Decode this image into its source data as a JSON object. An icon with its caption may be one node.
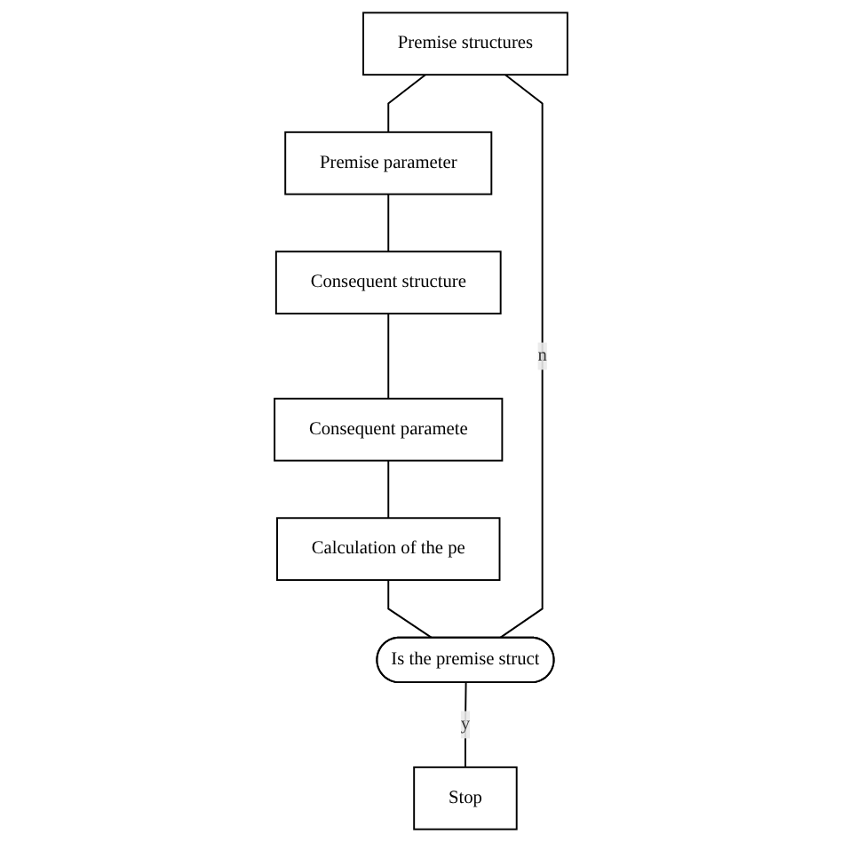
{
  "diagram": {
    "nodes": [
      {
        "text": [
          "Premise structures"
        ]
      },
      {
        "text": [
          "Premise parameter"
        ]
      },
      {
        "text": [
          "Consequent structure"
        ]
      },
      {
        "text": [
          "Consequent paramete"
        ]
      },
      {
        "text": [
          "Calculation of the pe"
        ]
      },
      {
        "text": [
          "Is the premise struct"
        ]
      },
      {
        "text": [
          "Stop"
        ]
      }
    ],
    "edges": [
      {
        "from": 0,
        "to": 1,
        "arrow": "none"
      },
      {
        "from": 1,
        "to": 2,
        "arrow": "none"
      },
      {
        "from": 2,
        "to": 3,
        "arrow": "none"
      },
      {
        "from": 3,
        "to": 4,
        "arrow": "none"
      },
      {
        "from": 4,
        "to": 5,
        "arrow": "none"
      },
      {
        "from": 5,
        "to": 6,
        "label": "y",
        "arrow": "none"
      },
      {
        "from": 5,
        "to": 0,
        "label": "n",
        "arrow": "none"
      }
    ]
  }
}
